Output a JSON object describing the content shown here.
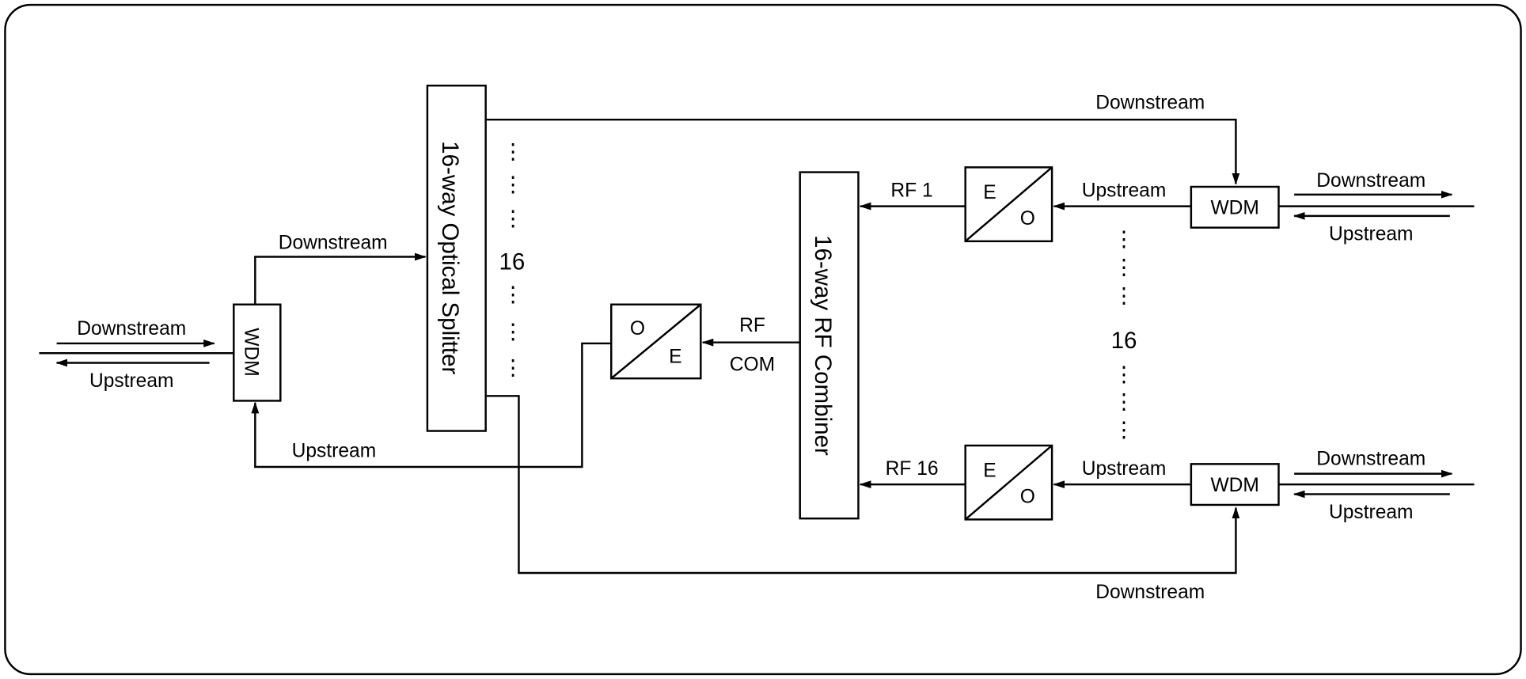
{
  "left": {
    "downstream_in": "Downstream",
    "upstream_out": "Upstream",
    "wdm": "WDM",
    "downstream_to_splitter": "Downstream",
    "upstream_return": "Upstream"
  },
  "splitter": {
    "label": "16-way Optical Splitter",
    "count": "16"
  },
  "oe_receiver": {
    "o": "O",
    "e": "E",
    "rf_label": "RF",
    "com_label": "COM"
  },
  "combiner": {
    "label": "16-way RF Combiner",
    "count": "16"
  },
  "top_branch": {
    "downstream_feed": "Downstream",
    "rf": "RF 1",
    "eo_e": "E",
    "eo_o": "O",
    "upstream": "Upstream",
    "wdm": "WDM",
    "out_downstream": "Downstream",
    "out_upstream": "Upstream"
  },
  "bottom_branch": {
    "downstream_feed": "Downstream",
    "rf": "RF 16",
    "eo_e": "E",
    "eo_o": "O",
    "upstream": "Upstream",
    "wdm": "WDM",
    "out_downstream": "Downstream",
    "out_upstream": "Upstream"
  }
}
